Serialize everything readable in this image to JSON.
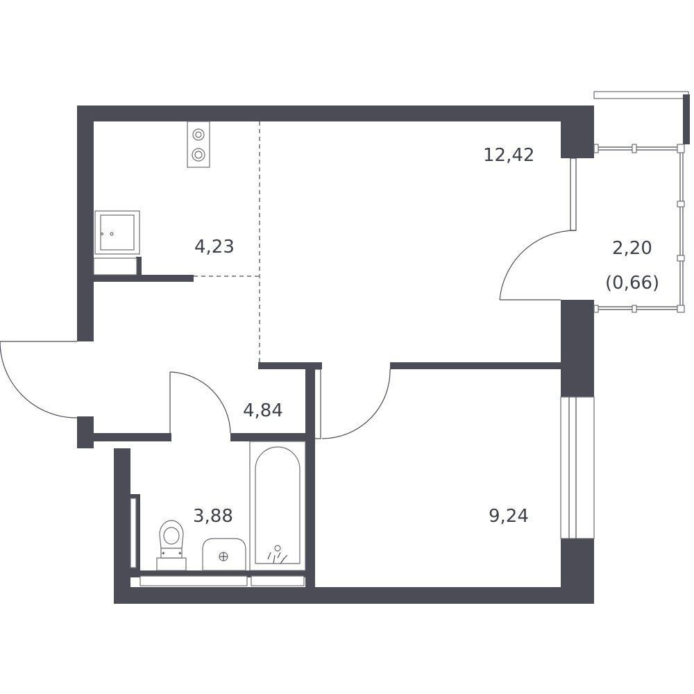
{
  "rooms": {
    "kitchen": {
      "area": "4,23"
    },
    "living": {
      "area": "12,42"
    },
    "balcony": {
      "area": "2,20",
      "area_coef": "(0,66)"
    },
    "hall": {
      "area": "4,84"
    },
    "bathroom": {
      "area": "3,88"
    },
    "bedroom": {
      "area": "9,24"
    }
  },
  "colors": {
    "wall": "#4b4c55",
    "text": "#3d3f48",
    "background": "#ffffff"
  }
}
